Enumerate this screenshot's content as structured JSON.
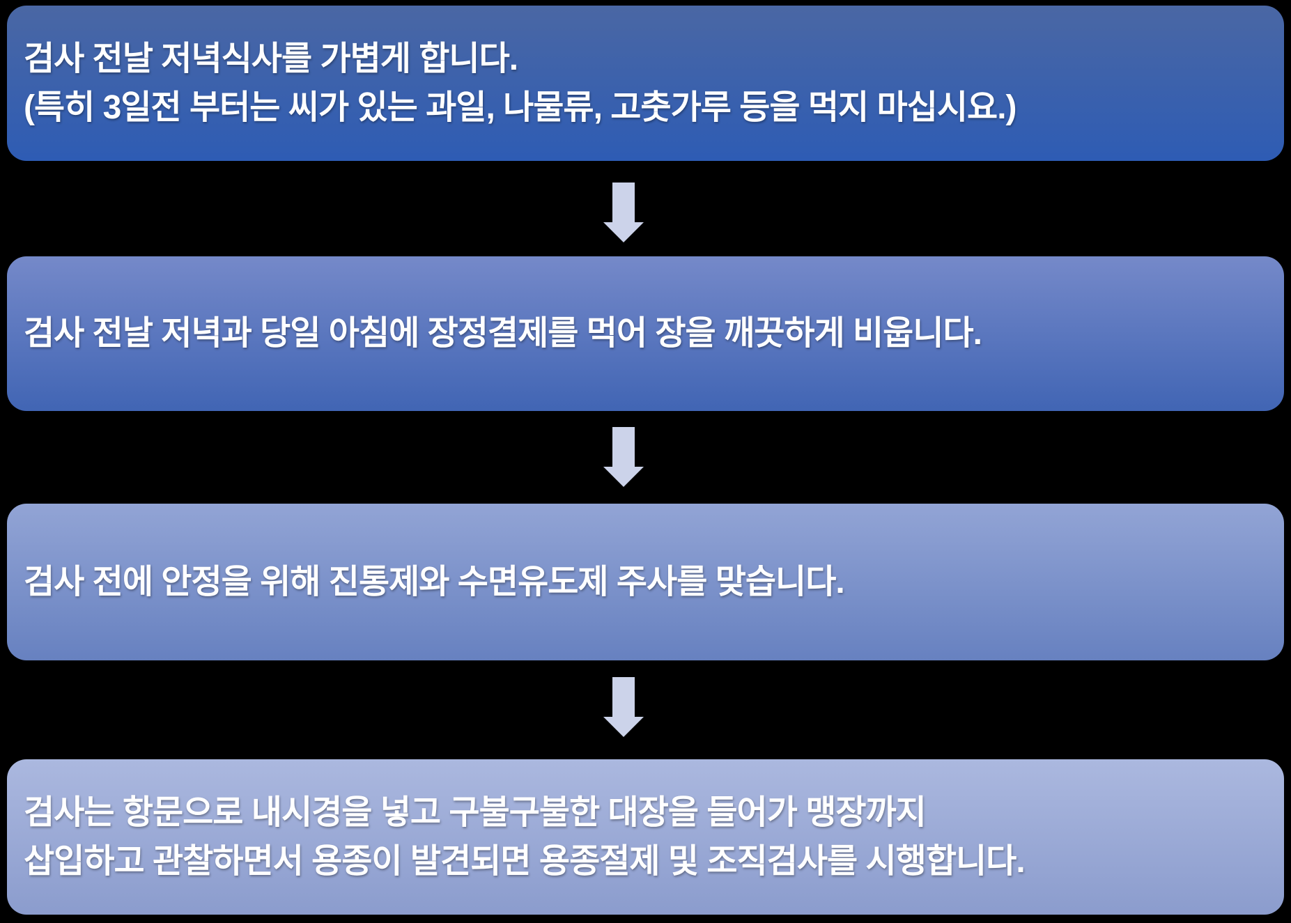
{
  "canvas": {
    "background_color": "#000000",
    "text_color": "#ffffff"
  },
  "flowchart": {
    "type": "vertical-process-flow",
    "arrow_color": "#ccd3ea",
    "steps": [
      {
        "lines": [
          "검사 전날 저녁식사를 가볍게 합니다.",
          "(특히 3일전 부터는 씨가 있는 과일, 나물류, 고춧가루 등을 먹지 마십시요.)"
        ],
        "gradient_top": "#4a67a4",
        "gradient_bottom": "#2e5cb4"
      },
      {
        "lines": [
          "검사 전날 저녁과 당일 아침에 장정결제를 먹어 장을 깨끗하게 비웁니다."
        ],
        "gradient_top": "#7589c9",
        "gradient_bottom": "#4165b4"
      },
      {
        "lines": [
          "검사 전에 안정을 위해 진통제와 수면유도제 주사를 맞습니다."
        ],
        "gradient_top": "#92a4d5",
        "gradient_bottom": "#6781c0"
      },
      {
        "lines": [
          "검사는 항문으로 내시경을 넣고 구불구불한 대장을 들어가 맹장까지",
          "삽입하고 관찰하면서 용종이 발견되면 용종절제 및 조직검사를 시행합니다."
        ],
        "gradient_top": "#abb8df",
        "gradient_bottom": "#8b9ccd"
      }
    ]
  }
}
